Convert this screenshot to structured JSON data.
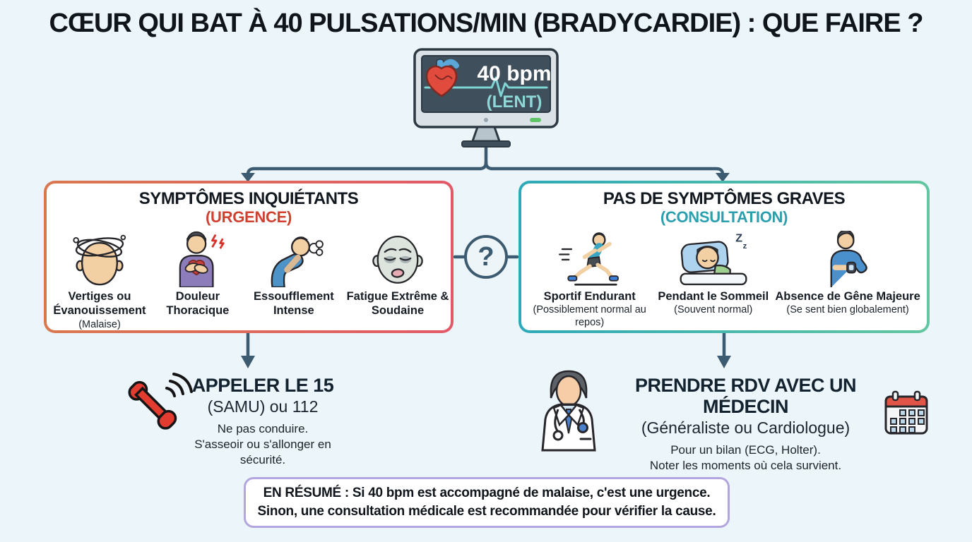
{
  "title": "CŒUR QUI BAT À 40 PULSATIONS/MIN (BRADYCARDIE) : QUE FAIRE ?",
  "monitor": {
    "bpm_label": "40 bpm",
    "status_label": "(LENT)"
  },
  "decision": {
    "question_mark": "?"
  },
  "urgent_box": {
    "title": "SYMPTÔMES INQUIÉTANTS",
    "subtitle": "(URGENCE)",
    "items": [
      {
        "icon": "dizzy-head-icon",
        "label": "Vertiges ou Évanouissement",
        "sublabel": "(Malaise)"
      },
      {
        "icon": "chest-pain-icon",
        "label": "Douleur Thoracique",
        "sublabel": ""
      },
      {
        "icon": "breathless-icon",
        "label": "Essoufflement Intense",
        "sublabel": ""
      },
      {
        "icon": "tired-face-icon",
        "label": "Fatigue Extrême & Soudaine",
        "sublabel": ""
      }
    ]
  },
  "normal_box": {
    "title": "PAS DE SYMPTÔMES GRAVES",
    "subtitle": "(CONSULTATION)",
    "sleep_z_big": "Z",
    "sleep_z_small": "z",
    "items": [
      {
        "icon": "runner-icon",
        "label": "Sportif Endurant",
        "sublabel": "(Possiblement normal au repos)"
      },
      {
        "icon": "sleeping-icon",
        "label": "Pendant le Sommeil",
        "sublabel": "(Souvent normal)"
      },
      {
        "icon": "watch-check-icon",
        "label": "Absence de Gêne Majeure",
        "sublabel": "(Se sent bien globalement)"
      }
    ]
  },
  "urgent_action": {
    "title": "APPELER LE 15",
    "subtitle": "(SAMU) ou 112",
    "note1": "Ne pas conduire.",
    "note2": "S'asseoir ou s'allonger en sécurité."
  },
  "consult_action": {
    "title": "PRENDRE RDV AVEC UN MÉDECIN",
    "subtitle": "(Généraliste ou Cardiologue)",
    "note1": "Pour un bilan (ECG, Holter).",
    "note2": "Noter les moments où cela survient."
  },
  "summary": {
    "line1": "EN RÉSUMÉ : Si 40 bpm est accompagné de malaise, c'est une urgence.",
    "line2": "Sinon, une consultation médicale est recommandée pour vérifier la cause."
  },
  "colors": {
    "background": "#ecf5f9",
    "urgent_border_start": "#d9784f",
    "urgent_border_end": "#e25a68",
    "urgent_accent": "#d0402f",
    "normal_border_start": "#2ea9b8",
    "normal_border_end": "#63c6a0",
    "normal_accent": "#2b9fae",
    "connector": "#3c5a70",
    "summary_border": "#b3a5de",
    "monitor_screen": "#3f4f5c",
    "ecg_teal": "#7fd4d4",
    "phone_red": "#e23b30"
  }
}
